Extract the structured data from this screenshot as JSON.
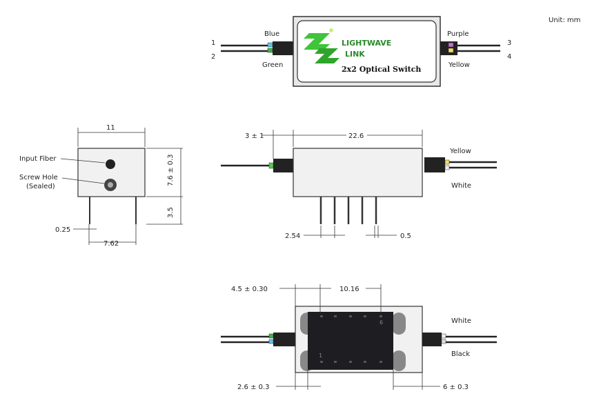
{
  "unit_label": "Unit: mm",
  "top_view": {
    "brand_line1": "LIGHTWAVE",
    "brand_line2": "LINK",
    "product": "2x2 Optical Switch",
    "ports": {
      "p1": "1",
      "p2": "2",
      "p3": "3",
      "p4": "4"
    },
    "colors": {
      "blue": "Blue",
      "green": "Green",
      "purple": "Purple",
      "yellow": "Yellow"
    }
  },
  "end_view": {
    "input_fiber": "Input Fiber",
    "screw_hole": "Screw Hole",
    "sealed": "(Sealed)",
    "width": "11",
    "height": "7.6 ± 0.3",
    "pin_length": "3.5",
    "pin_width": "0.25",
    "pin_spacing": "7.62"
  },
  "side_view": {
    "boot": "3 ± 1",
    "length": "22.6",
    "yellow": "Yellow",
    "white": "White",
    "pitch": "2.54",
    "pin_dia": "0.5"
  },
  "bottom_view": {
    "offset": "4.5 ± 0.30",
    "pin_row": "10.16",
    "left_edge": "2.6 ± 0.3",
    "right_edge": "6 ± 0.3",
    "white": "White",
    "black": "Black",
    "pin1": "1",
    "pin6": "6"
  }
}
